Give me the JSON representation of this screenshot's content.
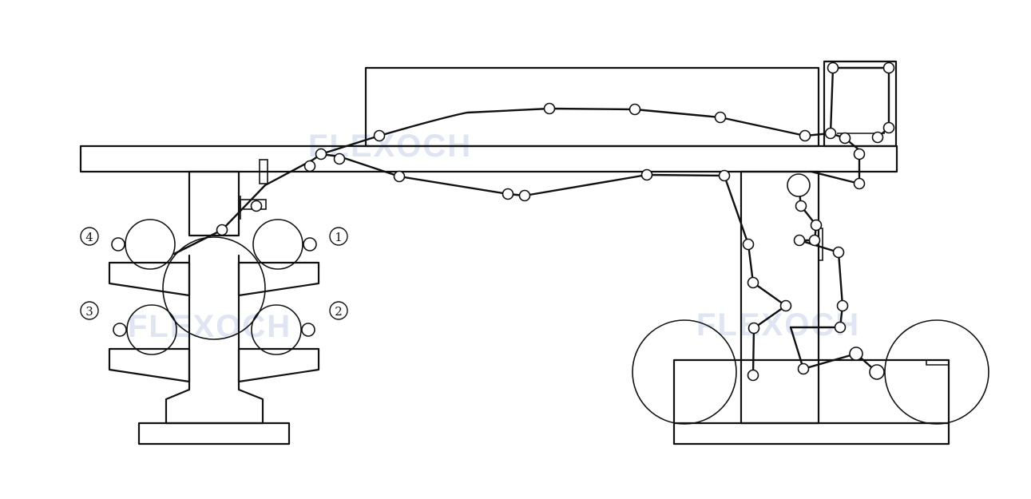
{
  "watermarks": {
    "top": "FLEXOCH",
    "middle": "FLEXOCH",
    "right": "FLEXOCH"
  },
  "stations": {
    "s1": "1",
    "s2": "2",
    "s3": "3",
    "s4": "4"
  },
  "colors": {
    "line": "#111111",
    "watermark": "#dfe5f2",
    "background": "#ffffff"
  }
}
